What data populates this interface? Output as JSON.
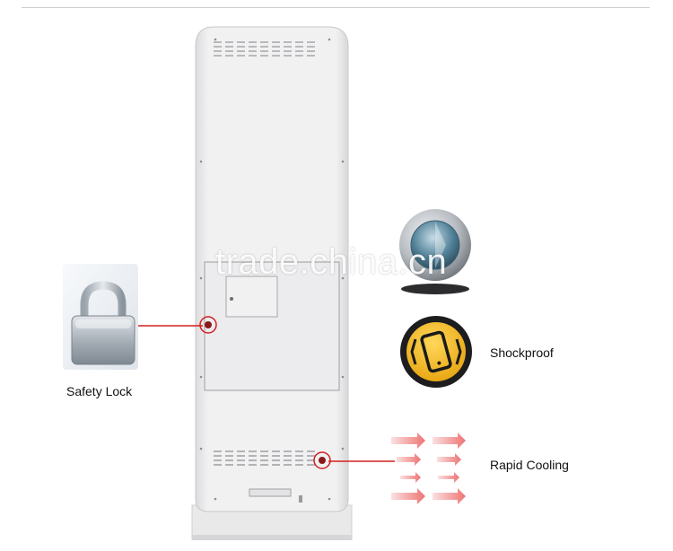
{
  "features": {
    "safety_lock": {
      "label": "Safety Lock",
      "icon": "padlock-icon"
    },
    "anti_theft": {
      "icon": "metal-knob-icon"
    },
    "shockproof": {
      "label": "Shockproof",
      "icon": "shaking-phone-icon"
    },
    "rapid_cooling": {
      "label": "Rapid Cooling",
      "icon": "airflow-arrows-icon"
    }
  },
  "watermark": "trade.china.cn",
  "colors": {
    "callout_red": "#d42020",
    "cabinet": "#eeeeef",
    "shockproof_badge": "#f2b617",
    "arrow_pink": "#f08080"
  }
}
